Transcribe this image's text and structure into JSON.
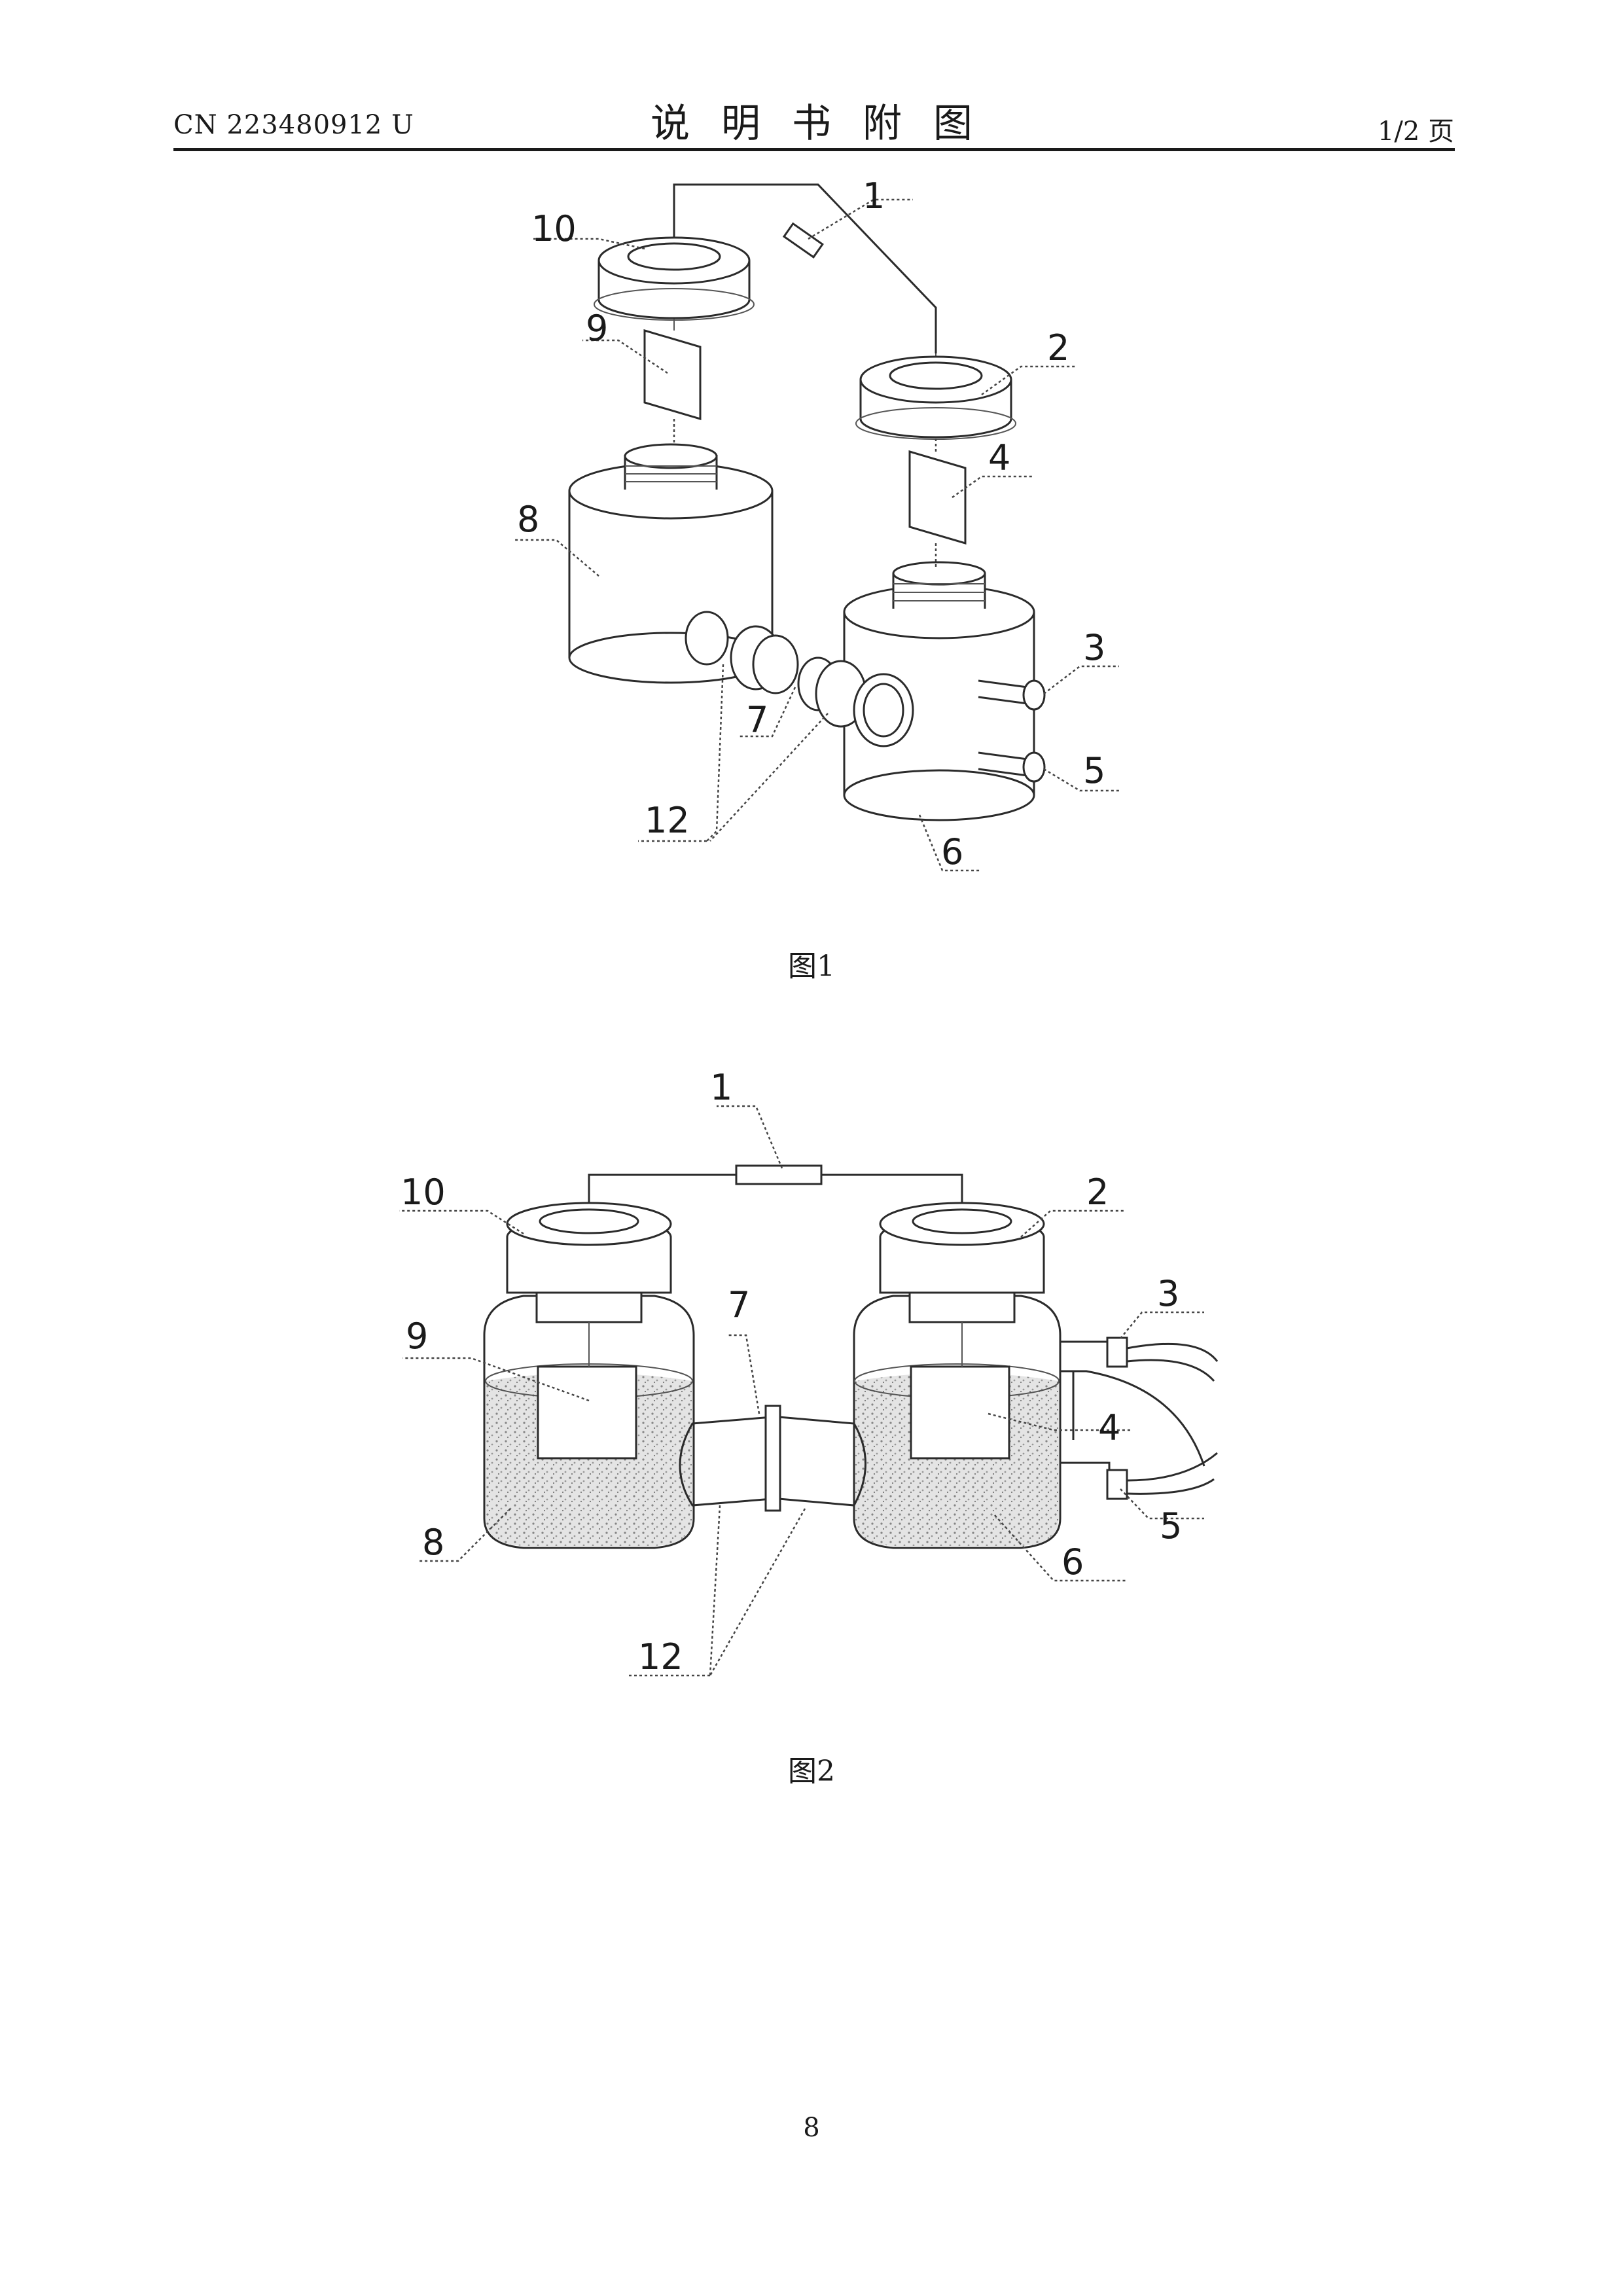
{
  "header": {
    "doc_number": "CN 223480912 U",
    "title": "说明书附图",
    "page_of": "1/2 页"
  },
  "figure1": {
    "caption": "图1",
    "labels": {
      "l1": "1",
      "l2": "2",
      "l3": "3",
      "l4": "4",
      "l5": "5",
      "l6": "6",
      "l7": "7",
      "l8": "8",
      "l9": "9",
      "l10": "10",
      "l12": "12"
    }
  },
  "figure2": {
    "caption": "图2",
    "labels": {
      "l1": "1",
      "l2": "2",
      "l3": "3",
      "l4": "4",
      "l5": "5",
      "l6": "6",
      "l7": "7",
      "l8": "8",
      "l9": "9",
      "l10": "10",
      "l12": "12"
    }
  },
  "footer": {
    "page_number": "8"
  }
}
